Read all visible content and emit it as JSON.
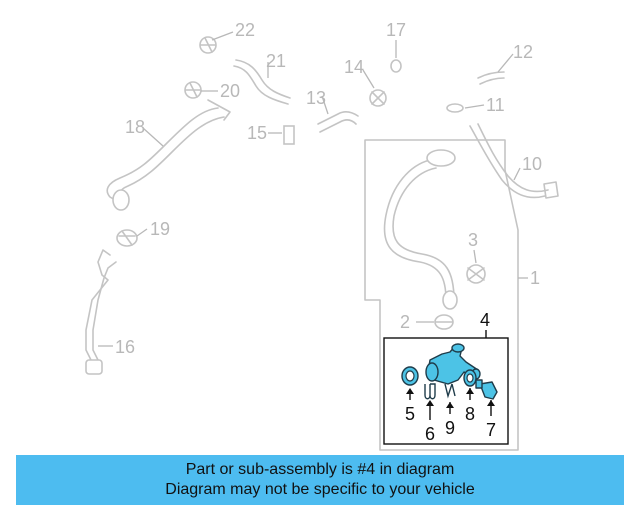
{
  "diagram": {
    "callouts": {
      "c1": "1",
      "c2": "2",
      "c3": "3",
      "c4": "4",
      "c5": "5",
      "c6": "6",
      "c7": "7",
      "c8": "8",
      "c9": "9",
      "c10": "10",
      "c11": "11",
      "c12": "12",
      "c13": "13",
      "c14": "14",
      "c15": "15",
      "c16": "16",
      "c17": "17",
      "c18": "18",
      "c19": "19",
      "c20": "20",
      "c21": "21",
      "c22": "22"
    },
    "highlight_color": "#4cc3e6",
    "part_color": "#c4c4c4"
  },
  "banner": {
    "line1": "Part or sub-assembly is #4 in diagram",
    "line2": "Diagram may not be specific to your vehicle",
    "background": "#4dbcf0"
  }
}
